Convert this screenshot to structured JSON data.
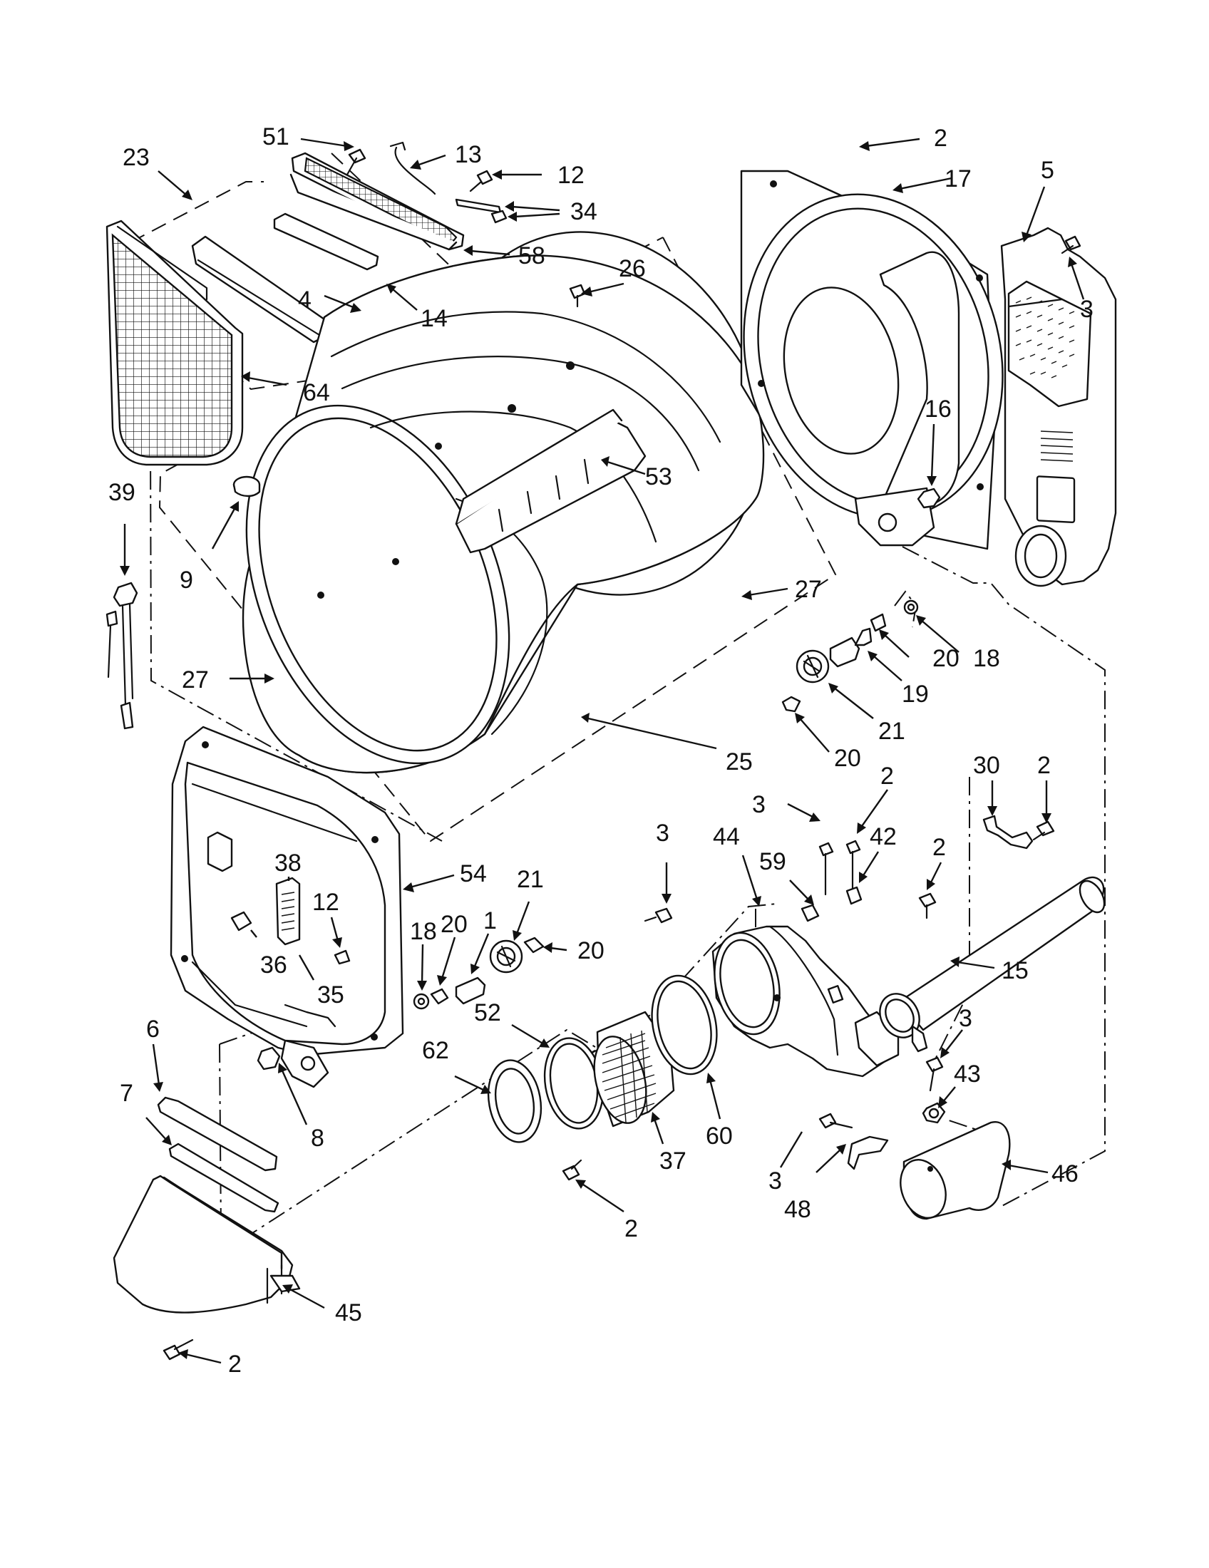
{
  "diagram": {
    "callouts": [
      {
        "id": "c51",
        "label": "51"
      },
      {
        "id": "c13",
        "label": "13"
      },
      {
        "id": "c23",
        "label": "23"
      },
      {
        "id": "c12a",
        "label": "12"
      },
      {
        "id": "c34",
        "label": "34"
      },
      {
        "id": "c58",
        "label": "58"
      },
      {
        "id": "c4",
        "label": "4"
      },
      {
        "id": "c14",
        "label": "14"
      },
      {
        "id": "c26",
        "label": "26"
      },
      {
        "id": "c64",
        "label": "64"
      },
      {
        "id": "c39",
        "label": "39"
      },
      {
        "id": "c9",
        "label": "9"
      },
      {
        "id": "c53",
        "label": "53"
      },
      {
        "id": "c27a",
        "label": "27"
      },
      {
        "id": "c27b",
        "label": "27"
      },
      {
        "id": "c25",
        "label": "25"
      },
      {
        "id": "c2a",
        "label": "2"
      },
      {
        "id": "c17",
        "label": "17"
      },
      {
        "id": "c5",
        "label": "5"
      },
      {
        "id": "c3a",
        "label": "3"
      },
      {
        "id": "c16",
        "label": "16"
      },
      {
        "id": "c18a",
        "label": "18"
      },
      {
        "id": "c20a",
        "label": "20"
      },
      {
        "id": "c19",
        "label": "19"
      },
      {
        "id": "c21a",
        "label": "21"
      },
      {
        "id": "c20b",
        "label": "20"
      },
      {
        "id": "c2b",
        "label": "2"
      },
      {
        "id": "c30",
        "label": "30"
      },
      {
        "id": "c3b",
        "label": "3"
      },
      {
        "id": "c2c",
        "label": "2"
      },
      {
        "id": "c42",
        "label": "42"
      },
      {
        "id": "c3c",
        "label": "3"
      },
      {
        "id": "c44",
        "label": "44"
      },
      {
        "id": "c59",
        "label": "59"
      },
      {
        "id": "c2d",
        "label": "2"
      },
      {
        "id": "c15",
        "label": "15"
      },
      {
        "id": "c54",
        "label": "54"
      },
      {
        "id": "c38",
        "label": "38"
      },
      {
        "id": "c21b",
        "label": "21"
      },
      {
        "id": "c12b",
        "label": "12"
      },
      {
        "id": "c18b",
        "label": "18"
      },
      {
        "id": "c20c",
        "label": "20"
      },
      {
        "id": "c1",
        "label": "1"
      },
      {
        "id": "c20d",
        "label": "20"
      },
      {
        "id": "c36",
        "label": "36"
      },
      {
        "id": "c35",
        "label": "35"
      },
      {
        "id": "c52",
        "label": "52"
      },
      {
        "id": "c62",
        "label": "62"
      },
      {
        "id": "c6",
        "label": "6"
      },
      {
        "id": "c7",
        "label": "7"
      },
      {
        "id": "c8",
        "label": "8"
      },
      {
        "id": "c37",
        "label": "37"
      },
      {
        "id": "c60",
        "label": "60"
      },
      {
        "id": "c3d",
        "label": "3"
      },
      {
        "id": "c43",
        "label": "43"
      },
      {
        "id": "c3e",
        "label": "3"
      },
      {
        "id": "c48",
        "label": "48"
      },
      {
        "id": "c46",
        "label": "46"
      },
      {
        "id": "c2e",
        "label": "2"
      },
      {
        "id": "c45",
        "label": "45"
      },
      {
        "id": "c2f",
        "label": "2"
      }
    ]
  }
}
